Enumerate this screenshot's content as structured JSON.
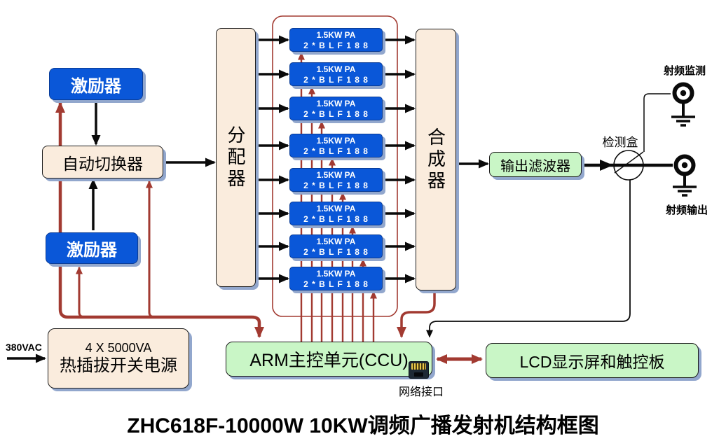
{
  "title": "ZHC618F-10000W 10KW调频广播发射机结构框图",
  "blocks": {
    "exciter_top": "激励器",
    "auto_switch": "自动切换器",
    "exciter_bottom": "激励器",
    "splitter": "分配器",
    "combiner": "合成器",
    "output_filter": "输出滤波器",
    "arm_ccu": "ARM主控单元(CCU)",
    "lcd_panel": "LCD显示屏和触控板",
    "psu_line1": "4 X 5000VA",
    "psu_line2": "热插拔开关电源"
  },
  "pa_units": [
    {
      "line1": "1.5KW PA",
      "line2": "2 * B L F 1 8 8"
    },
    {
      "line1": "1.5KW PA",
      "line2": "2 * B L F 1 8 8"
    },
    {
      "line1": "1.5KW PA",
      "line2": "2 * B L F 1 8 8"
    },
    {
      "line1": "1.5KW PA",
      "line2": "2 * B L F 1 8 8"
    },
    {
      "line1": "1.5KW PA",
      "line2": "2 * B L F 1 8 8"
    },
    {
      "line1": "1.5KW PA",
      "line2": "2 * B L F 1 8 8"
    },
    {
      "line1": "1.5KW PA",
      "line2": "2 * B L F 1 8 8"
    },
    {
      "line1": "1.5KW PA",
      "line2": "2 * B L F 1 8 8"
    }
  ],
  "labels": {
    "mains_input": "380VAC",
    "detector_box": "检测盒",
    "rf_monitor": "射频监测",
    "rf_output": "射频输出",
    "network_port": "网络接口"
  },
  "colors": {
    "box_blue": "#0a57d8",
    "cream": "#faecdd",
    "box_green": "#c9f6c6",
    "line_red": "#a23a31",
    "line_black": "#0a0a0a"
  }
}
